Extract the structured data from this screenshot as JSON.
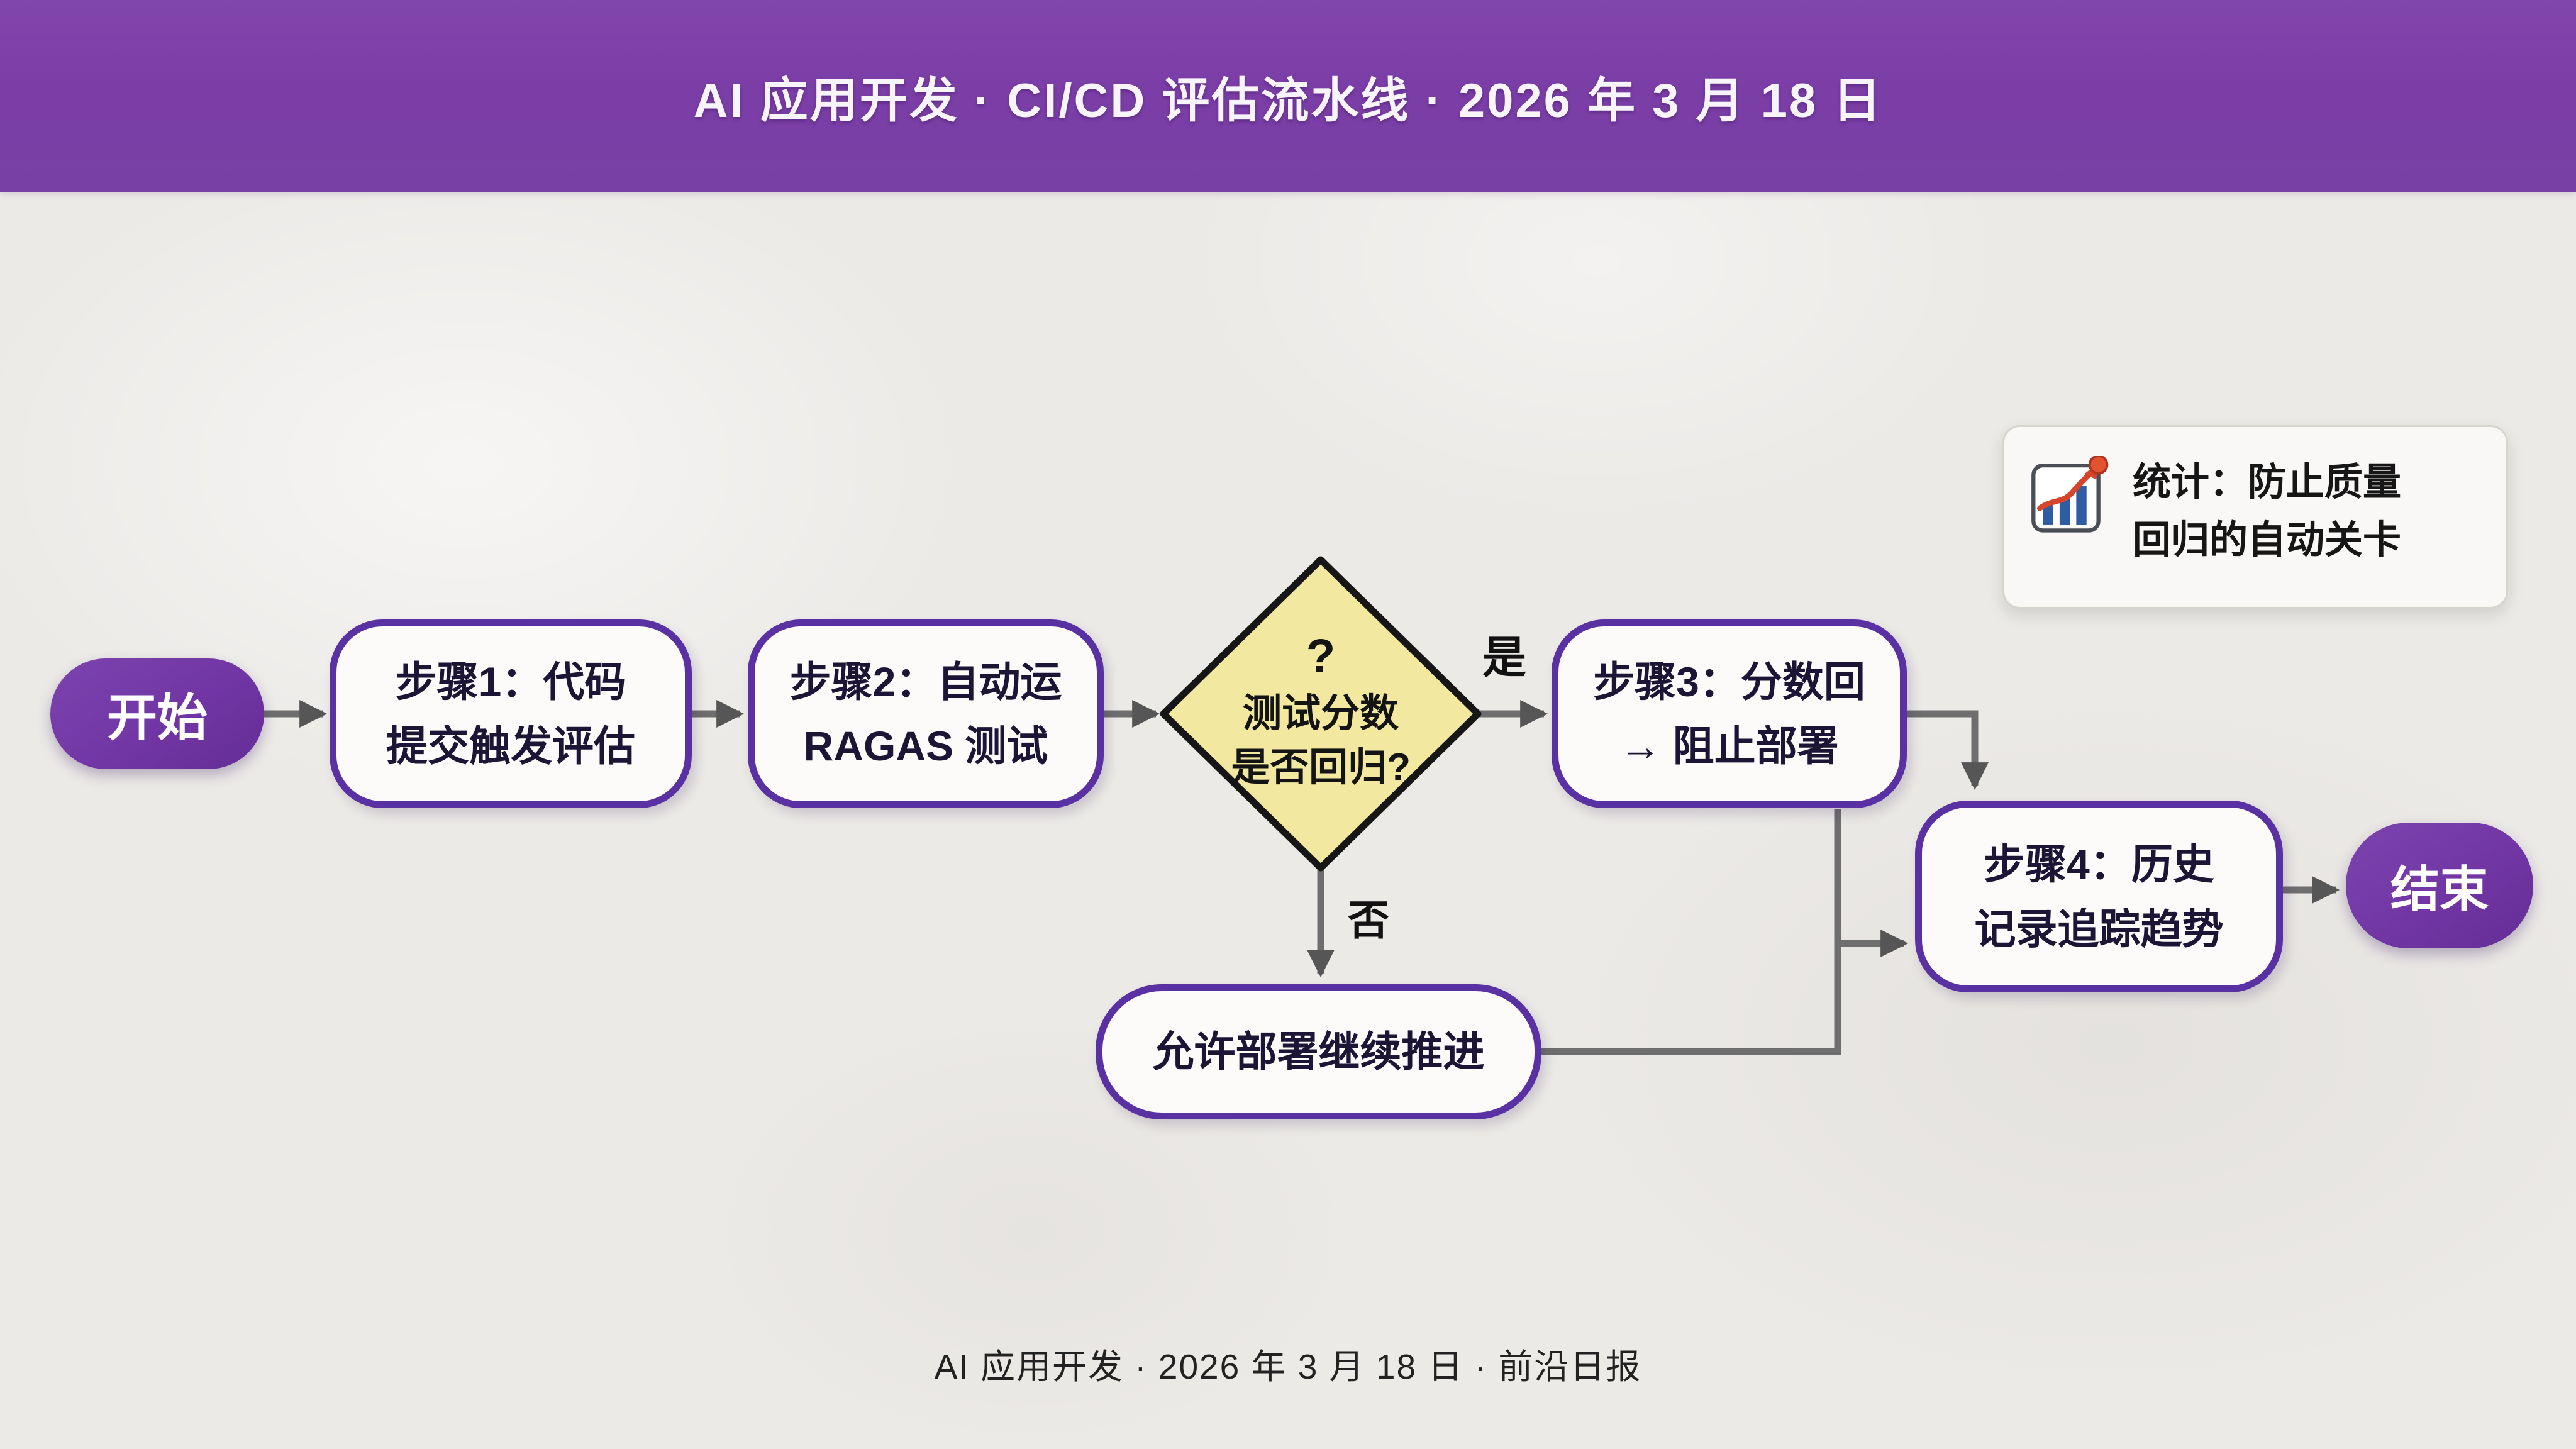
{
  "header": {
    "title": "AI 应用开发 · CI/CD 评估流水线 · 2026 年 3 月 18 日"
  },
  "stats_card": {
    "icon": "chart-increasing-icon",
    "line1": "统计：防止质量",
    "line2": "回归的自动关卡"
  },
  "flowchart": {
    "start": {
      "label": "开始"
    },
    "step1": {
      "line1": "步骤1：代码",
      "line2": "提交触发评估"
    },
    "step2": {
      "line1": "步骤2：自动运",
      "line2": "RAGAS 测试"
    },
    "decision": {
      "mark": "?",
      "line1": "测试分数",
      "line2": "是否回归?"
    },
    "step3": {
      "line1": "步骤3：分数回",
      "line2": "→ 阻止部署"
    },
    "allow": {
      "line1": "允许部署继续推进"
    },
    "step4": {
      "line1": "步骤4：历史",
      "line2": "记录追踪趋势"
    },
    "end": {
      "label": "结束"
    },
    "labels": {
      "yes": "是",
      "no": "否"
    }
  },
  "footer": {
    "text": "AI 应用开发 · 2026 年 3 月 18 日 · 前沿日报"
  },
  "colors": {
    "header_purple": "#7B3EA7",
    "terminal_purple": "#7136A4",
    "box_border_purple": "#5A31A2",
    "box_fill": "#FCFBF9",
    "diamond_fill": "#F2E8A0",
    "diamond_border": "#161616",
    "connector_gray": "#6E6E6E",
    "background": "#ECEAE7",
    "icon_bar_blue": "#2F5DA4",
    "icon_arrow_red": "#D6452B"
  }
}
